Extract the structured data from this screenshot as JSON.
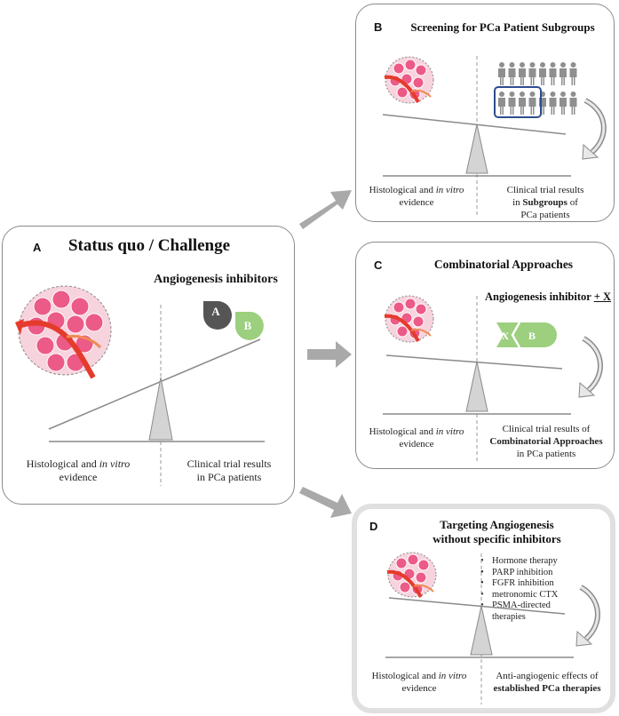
{
  "panel_a": {
    "label": "A",
    "title": "Status quo / Challenge",
    "subtitle": "Angiogenesis inhibitors",
    "drug_a": "A",
    "drug_b": "B",
    "left_text_pre": "Histological and ",
    "left_text_italic": "in vitro",
    "left_text_post": "evidence",
    "right_text_1": "Clinical trial results",
    "right_text_2": "in PCa patients"
  },
  "panel_b": {
    "label": "B",
    "title": "Screening for PCa Patient Subgroups",
    "left_text_pre": "Histological and ",
    "left_text_italic": "in vitro",
    "left_text_post": "evidence",
    "right_text_1": "Clinical trial results",
    "right_text_2_pre": "in ",
    "right_text_2_bold": "Subgroups",
    "right_text_2_post": " of",
    "right_text_3": "PCa patients"
  },
  "panel_c": {
    "label": "C",
    "title": "Combinatorial Approaches",
    "subtitle_pre": "Angiogenesis inhibitor ",
    "subtitle_underlined": "+ X",
    "drug_x": "X",
    "drug_b": "B",
    "left_text_pre": "Histological and ",
    "left_text_italic": "in vitro",
    "left_text_post": "evidence",
    "right_text_1": "Clinical trial results of",
    "right_text_2": "Combinatorial Approaches",
    "right_text_3": "in PCa patients"
  },
  "panel_d": {
    "label": "D",
    "title_1": "Targeting Angiogenesis",
    "title_2": "without specific inhibitors",
    "bullets": [
      "Hormone therapy",
      "PARP inhibition",
      "FGFR inhibition",
      "metronomic CTX",
      "PSMA-directed",
      "therapies"
    ],
    "left_text_pre": "Histological and ",
    "left_text_italic": "in vitro",
    "left_text_post": "evidence",
    "right_text_1": "Anti-angiogenic effects of",
    "right_text_2": "established PCa therapies"
  },
  "colors": {
    "tissue_pink": "#ec5a87",
    "vessel_red": "#e53b2c",
    "drug_a": "#555555",
    "drug_b": "#9ccf7e",
    "arrow_gray": "#a9a9a9",
    "people_gray": "#8f8f8f",
    "highlight_box": "#2e4d8f"
  }
}
